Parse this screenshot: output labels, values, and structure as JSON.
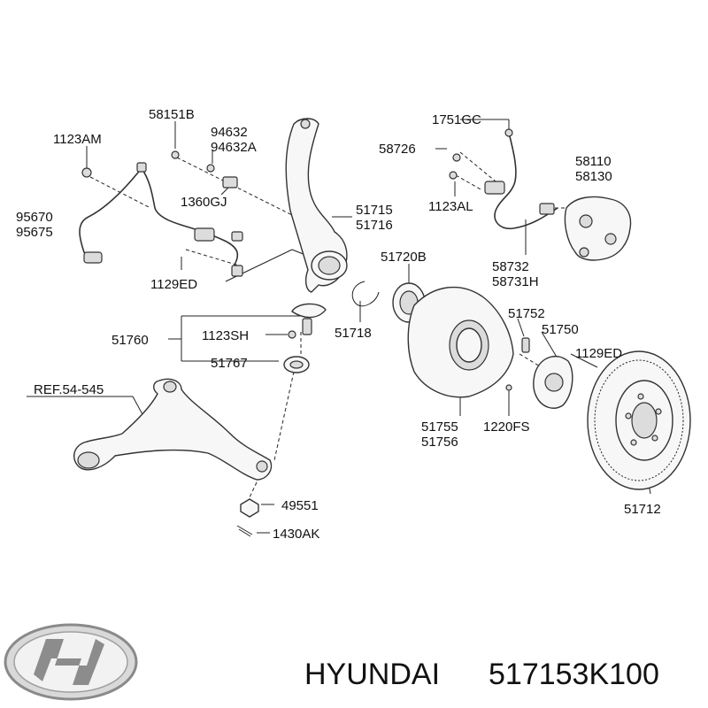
{
  "labels": {
    "l58151b": "58151B",
    "l1123am": "1123AM",
    "l94632": "94632",
    "l94632a": "94632A",
    "l1751gc": "1751GC",
    "l58726": "58726",
    "l58110": "58110",
    "l58130": "58130",
    "l1360gj": "1360GJ",
    "l51715": "51715",
    "l51716": "51716",
    "l1123al": "1123AL",
    "l95670": "95670",
    "l95675": "95675",
    "l51720b": "51720B",
    "l58732": "58732",
    "l58731h": "58731H",
    "l1129ed_a": "1129ED",
    "l51752": "51752",
    "l51750": "51750",
    "l51718": "51718",
    "l51760": "51760",
    "l1123sh": "1123SH",
    "l1129ed_b": "1129ED",
    "l51767": "51767",
    "lref": "REF.54-545",
    "l51755": "51755",
    "l51756": "51756",
    "l1220fs": "1220FS",
    "l49551": "49551",
    "l51712": "51712",
    "l1430ak": "1430AK"
  },
  "footer": {
    "brand": "HYUNDAI",
    "part_number": "517153K100"
  }
}
